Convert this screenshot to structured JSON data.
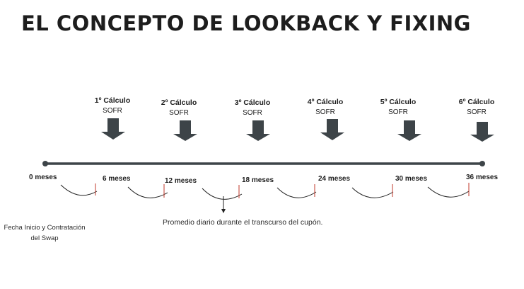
{
  "title": "EL CONCEPTO DE LOOKBACK Y FIXING",
  "calculations": [
    {
      "title": "1º Cálculo",
      "rate": "SOFR"
    },
    {
      "title": "2º Cálculo",
      "rate": "SOFR"
    },
    {
      "title": "3º Cálculo",
      "rate": "SOFR"
    },
    {
      "title": "4º Cálculo",
      "rate": "SOFR"
    },
    {
      "title": "5º Cálculo",
      "rate": "SOFR"
    },
    {
      "title": "6º Cálculo",
      "rate": "SOFR"
    }
  ],
  "months": [
    "0 meses",
    "6 meses",
    "12 meses",
    "18 meses",
    "24 meses",
    "30 meses",
    "36 meses"
  ],
  "notes": {
    "start": "Fecha Inicio y Contratación del Swap",
    "average": "Promedio diario durante el transcurso del cupón."
  },
  "colors": {
    "arrow": "#3d4448",
    "timeline": "#3d4448",
    "arc": "#222222",
    "tick": "#c0392b"
  }
}
